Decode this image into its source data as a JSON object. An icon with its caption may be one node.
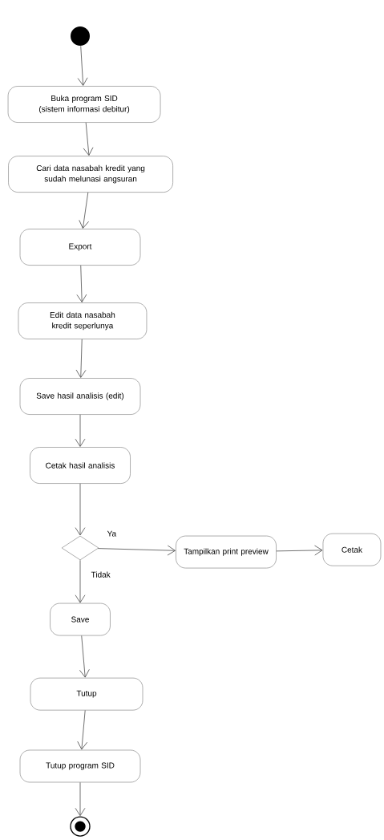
{
  "diagram": {
    "nodes": [
      {
        "text": [],
        "shape": "circle"
      },
      {
        "text": [
          "Buka program SID (sistem informasi debitur)"
        ]
      },
      {
        "text": [
          "Cari data nasabah kredit yang sudah melunasi angsuran"
        ]
      },
      {
        "text": [
          "Export"
        ]
      },
      {
        "text": [
          "Edit data nasabah kredit seperlunya"
        ]
      },
      {
        "text": [
          "Save hasil analisis (edit)"
        ]
      },
      {
        "text": [
          "Cetak hasil analisis"
        ]
      },
      {
        "text": [],
        "shape": "diamond"
      },
      {
        "text": [
          "Tampilkan print preview"
        ]
      },
      {
        "text": [
          "Cetak"
        ]
      },
      {
        "text": [
          "Save"
        ]
      },
      {
        "text": [
          "Tutup"
        ]
      },
      {
        "text": [
          "Tutup program SID"
        ]
      },
      {
        "text": [],
        "shape": "bullseye"
      }
    ],
    "edges": [
      {
        "from": 0,
        "to": 1,
        "arrow": "to"
      },
      {
        "from": 1,
        "to": 2,
        "arrow": "to"
      },
      {
        "from": 2,
        "to": 3,
        "arrow": "to"
      },
      {
        "from": 3,
        "to": 4,
        "arrow": "to"
      },
      {
        "from": 4,
        "to": 5,
        "arrow": "to"
      },
      {
        "from": 5,
        "to": 6,
        "arrow": "to"
      },
      {
        "from": 6,
        "to": 7,
        "arrow": "to"
      },
      {
        "from": 7,
        "to": 8,
        "arrow": "to",
        "label": "Ya"
      },
      {
        "from": 8,
        "to": 9,
        "arrow": "to"
      },
      {
        "from": 7,
        "to": 10,
        "arrow": "to",
        "label": "Tidak"
      },
      {
        "from": 10,
        "to": 11,
        "arrow": "to"
      },
      {
        "from": 11,
        "to": 12,
        "arrow": "to"
      },
      {
        "from": 12,
        "to": 13,
        "arrow": "to"
      }
    ]
  }
}
